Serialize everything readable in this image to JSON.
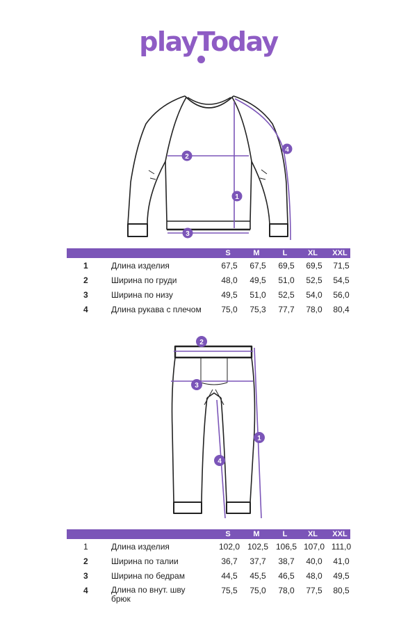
{
  "brand": {
    "logo_text": "playToday",
    "accent_color": "#7b55b8",
    "logo_color": "#8e5cc4"
  },
  "top_garment": {
    "icon": "sweatshirt-technical-drawing",
    "markers": [
      "1",
      "2",
      "3",
      "4"
    ],
    "table": {
      "columns": [
        "S",
        "M",
        "L",
        "XL",
        "XXL"
      ],
      "rows": [
        {
          "num": "1",
          "label": "Длина изделия",
          "values": [
            "67,5",
            "67,5",
            "69,5",
            "69,5",
            "71,5"
          ]
        },
        {
          "num": "2",
          "label": "Ширина по груди",
          "values": [
            "48,0",
            "49,5",
            "51,0",
            "52,5",
            "54,5"
          ]
        },
        {
          "num": "3",
          "label": "Ширина по низу",
          "values": [
            "49,5",
            "51,0",
            "52,5",
            "54,0",
            "56,0"
          ]
        },
        {
          "num": "4",
          "label": "Длина рукава с плечом",
          "values": [
            "75,0",
            "75,3",
            "77,7",
            "78,0",
            "80,4"
          ]
        }
      ]
    }
  },
  "bottom_garment": {
    "icon": "pants-technical-drawing",
    "markers": [
      "1",
      "2",
      "3",
      "4"
    ],
    "table": {
      "columns": [
        "S",
        "M",
        "L",
        "XL",
        "XXL"
      ],
      "rows": [
        {
          "num": "1",
          "label": "Длина изделия",
          "values": [
            "102,0",
            "102,5",
            "106,5",
            "107,0",
            "111,0"
          ]
        },
        {
          "num": "2",
          "label": "Ширина по талии",
          "values": [
            "36,7",
            "37,7",
            "38,7",
            "40,0",
            "41,0"
          ]
        },
        {
          "num": "3",
          "label": "Ширина по бедрам",
          "values": [
            "44,5",
            "45,5",
            "46,5",
            "48,0",
            "49,5"
          ]
        },
        {
          "num": "4",
          "label": "Длина по внут. шву брюк",
          "values": [
            "75,5",
            "75,0",
            "78,0",
            "77,5",
            "80,5"
          ]
        }
      ]
    }
  }
}
